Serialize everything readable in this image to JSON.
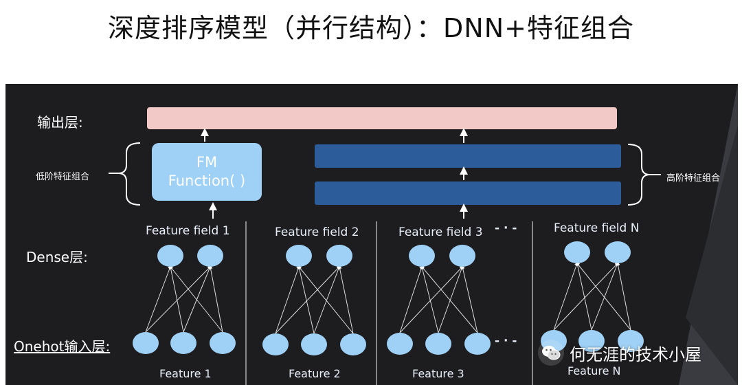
{
  "title": "深度排序模型（并行结构）：DNN+特征组合",
  "layers": {
    "output": "输出层:",
    "dense": "Dense层:",
    "onehot": "Onehot输入层:"
  },
  "brackets": {
    "low_order": "低阶特征组合",
    "high_order": "高阶特征组合"
  },
  "fm_box": {
    "line1": "FM",
    "line2": "Function( )"
  },
  "fields": [
    {
      "field_label": "Feature field 1",
      "feature_label": "Feature 1"
    },
    {
      "field_label": "Feature field 2",
      "feature_label": "Feature 2"
    },
    {
      "field_label": "Feature field 3",
      "feature_label": "Feature 3"
    },
    {
      "field_label": "Feature field N",
      "feature_label": "Feature N"
    }
  ],
  "ellipsis": "- · -",
  "watermark": "何无涯的技术小屋",
  "icons": {
    "watermark": "wechat-icon"
  },
  "colors": {
    "background": "#1d1d20",
    "output_layer": "#f2c9c7",
    "dnn_layer": "#2c5c9a",
    "fm_box": "#9fd0f5",
    "node": "#9fd0f5"
  }
}
